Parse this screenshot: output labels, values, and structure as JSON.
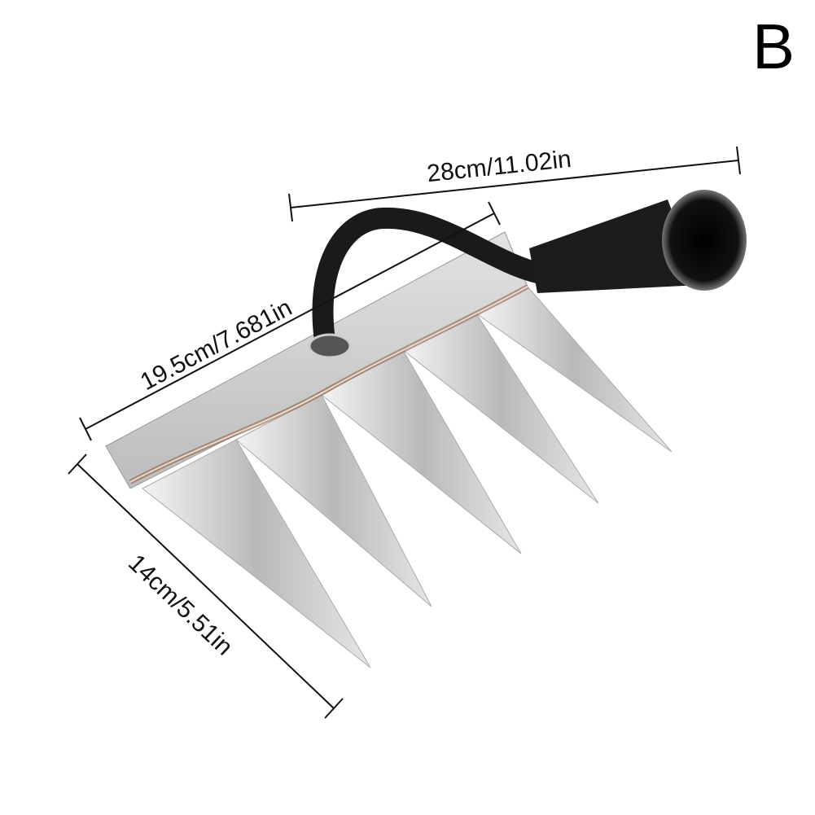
{
  "variant_label": "B",
  "dimensions": {
    "total_length": "28cm/11.02in",
    "head_width": "19.5cm/7.681in",
    "tine_length": "14cm/5.51in"
  },
  "colors": {
    "steel": "#c8c8c8",
    "handle": "#1a1a1a",
    "weld": "#9a5a3a"
  }
}
